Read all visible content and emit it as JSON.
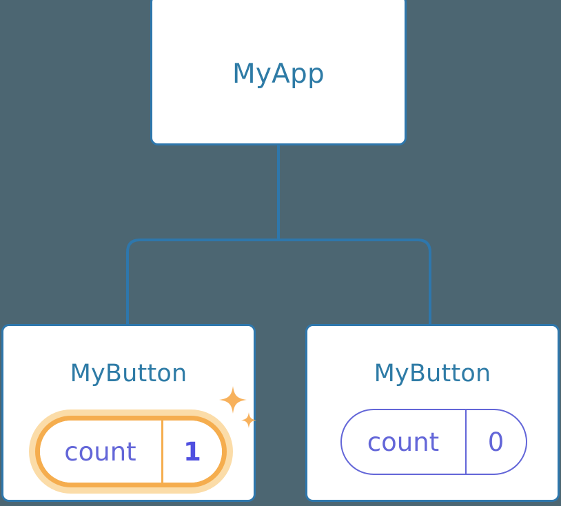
{
  "diagram": {
    "type": "component-tree",
    "background_color": "#4c6672",
    "connector_color": "#2e77ac",
    "card_border_color": "#2e77ac",
    "title_color": "#2e7ba6",
    "highlight_color": "#f5ad4e",
    "highlight_glow_color": "#fbdca8",
    "prop_color": "#6366d8",
    "changed_value_color": "#4f4fe0"
  },
  "root": {
    "title": "MyApp"
  },
  "children": [
    {
      "title": "MyButton",
      "prop": {
        "key": "count",
        "value": "1"
      },
      "highlighted": true,
      "sparkle_large": "sparkle-icon",
      "sparkle_small": "sparkle-icon"
    },
    {
      "title": "MyButton",
      "prop": {
        "key": "count",
        "value": "0"
      },
      "highlighted": false
    }
  ]
}
